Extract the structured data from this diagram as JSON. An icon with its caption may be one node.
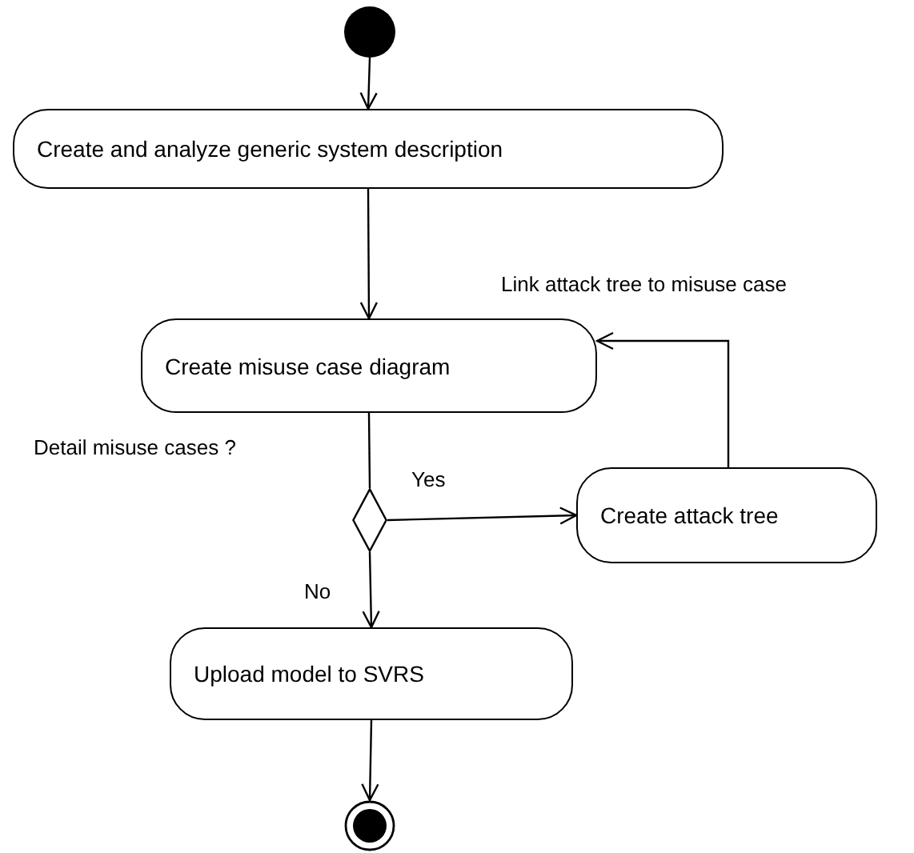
{
  "diagram": {
    "nodes": [
      {
        "text": [],
        "shape": "circle"
      },
      {
        "text": [
          "Create and analyze generic system description"
        ]
      },
      {
        "text": [
          "Create misuse case diagram"
        ]
      },
      {
        "text": [],
        "shape": "diamond"
      },
      {
        "text": [
          "Create attack tree"
        ]
      },
      {
        "text": [
          "Upload model to SVRS"
        ]
      },
      {
        "text": [],
        "shape": "circle"
      }
    ],
    "edges": [
      {
        "from": 0,
        "to": 1,
        "arrow": "to"
      },
      {
        "from": 1,
        "to": 2,
        "arrow": "to"
      },
      {
        "from": 2,
        "to": 3,
        "arrow": "none"
      },
      {
        "from": 3,
        "to": 4,
        "arrow": "to",
        "label": "Yes"
      },
      {
        "from": 4,
        "to": 2,
        "arrow": "to",
        "label": "Link attack tree to misuse case"
      },
      {
        "from": 3,
        "to": 5,
        "arrow": "to",
        "label": "No"
      },
      {
        "from": 5,
        "to": 6,
        "arrow": "to"
      }
    ],
    "labels": [
      "Detail misuse cases ?"
    ]
  }
}
